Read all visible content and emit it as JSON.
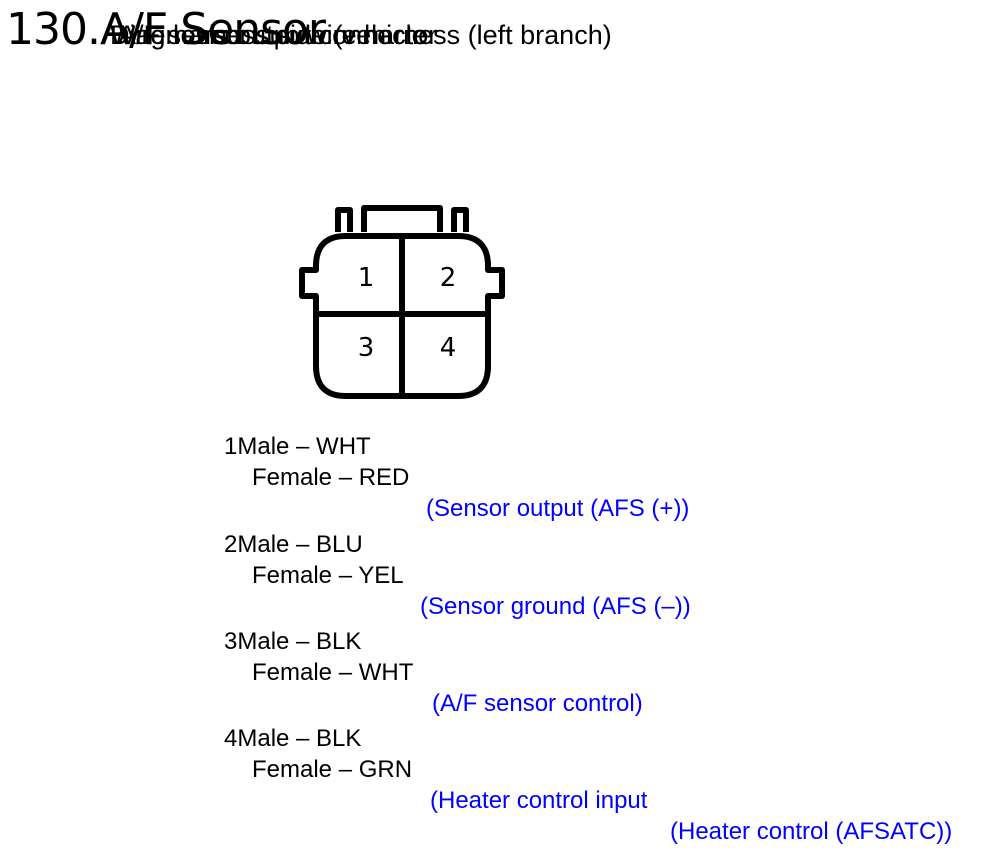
{
  "title": {
    "number_text": "130.A/F Sensor",
    "overlay_lines": [
      "Wire harness side (vehicle",
      "Diagnosis output connector",
      "A/F sensor sub wire harness (left branch)"
    ]
  },
  "connector": {
    "pins": [
      "1",
      "2",
      "3",
      "4"
    ]
  },
  "pins": [
    {
      "male": "1Male – WHT",
      "female": "Female – RED",
      "descriptions": [
        "(Sensor output (AFS (+))"
      ]
    },
    {
      "male": "2Male – BLU",
      "female": "Female – YEL",
      "descriptions": [
        "(Sensor ground (AFS (–))"
      ]
    },
    {
      "male": "3Male – BLK",
      "female": "Female – WHT",
      "descriptions": [
        "(A/F sensor control)"
      ]
    },
    {
      "male": "4Male – BLK",
      "female": "Female – GRN",
      "descriptions": [
        "(Heater control input",
        "(Heater control (AFSATC))"
      ]
    }
  ],
  "colors": {
    "description_text": "#0000ff",
    "line": "#000000"
  }
}
